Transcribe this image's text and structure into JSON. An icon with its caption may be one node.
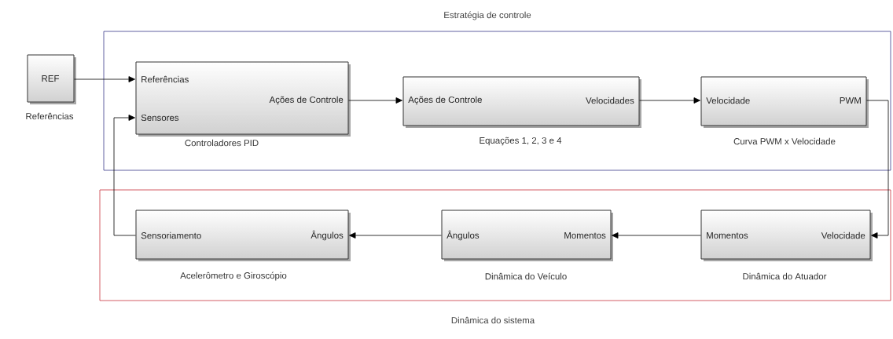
{
  "diagram": {
    "nodes": [
      {
        "text": [
          "Estratégia de controle"
        ]
      },
      {
        "text": [
          "Dinâmica do sistema"
        ]
      },
      {
        "text": [
          "REF"
        ],
        "beside": [
          "Referências"
        ]
      },
      {
        "text": [
          "Referências",
          "Sensores",
          "Ações de Controle"
        ],
        "beside": [
          "Controladores PID"
        ],
        "in": 0
      },
      {
        "text": [
          "Ações de Controle",
          "Velocidades"
        ],
        "beside": [
          "Equações 1, 2, 3 e 4"
        ],
        "in": 0
      },
      {
        "text": [
          "Velocidade",
          "PWM"
        ],
        "beside": [
          "Curva PWM x Velocidade"
        ],
        "in": 0
      },
      {
        "text": [
          "Momentos",
          "Velocidade"
        ],
        "beside": [
          "Dinâmica do Atuador"
        ],
        "in": 1
      },
      {
        "text": [
          "Ângulos",
          "Momentos"
        ],
        "beside": [
          "Dinâmica do Veículo"
        ],
        "in": 1
      },
      {
        "text": [
          "Sensoriamento",
          "Ângulos"
        ],
        "beside": [
          "Acelerômetro e Giroscópio"
        ],
        "in": 1
      }
    ],
    "edges": [
      {
        "from": 2,
        "to": 3,
        "arrow": "to"
      },
      {
        "from": 3,
        "to": 4,
        "arrow": "to"
      },
      {
        "from": 4,
        "to": 5,
        "arrow": "to"
      },
      {
        "from": 5,
        "to": 6,
        "arrow": "to"
      },
      {
        "from": 6,
        "to": 7,
        "arrow": "to"
      },
      {
        "from": 7,
        "to": 8,
        "arrow": "to"
      },
      {
        "from": 8,
        "to": 3,
        "arrow": "to"
      }
    ]
  }
}
